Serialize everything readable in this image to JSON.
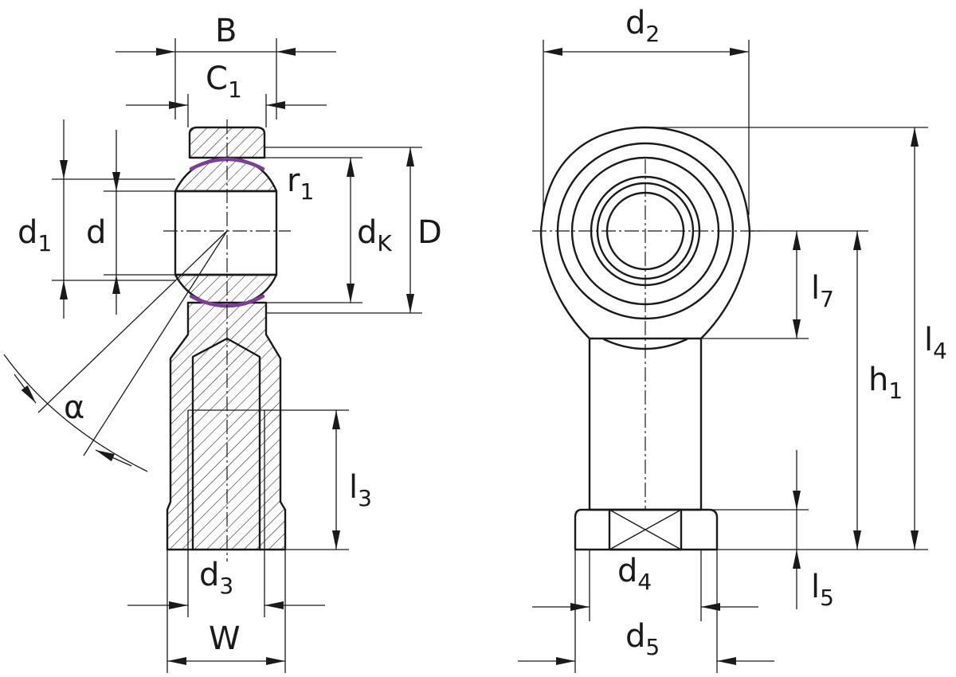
{
  "colors": {
    "line": "#1a1a1a",
    "seal": "#7b3f98",
    "background": "#ffffff"
  },
  "side_view": {
    "labels": {
      "B": "B",
      "C1": {
        "main": "C",
        "sub": "1"
      },
      "d1": {
        "main": "d",
        "sub": "1"
      },
      "d": "d",
      "r1": {
        "main": "r",
        "sub": "1"
      },
      "dK": {
        "main": "d",
        "sub": "K"
      },
      "D": "D",
      "alpha": "α",
      "l3": {
        "main": "l",
        "sub": "3"
      },
      "d3": {
        "main": "d",
        "sub": "3"
      },
      "W": "W"
    }
  },
  "front_view": {
    "labels": {
      "d2": {
        "main": "d",
        "sub": "2"
      },
      "l7": {
        "main": "l",
        "sub": "7"
      },
      "l4": {
        "main": "l",
        "sub": "4"
      },
      "h1": {
        "main": "h",
        "sub": "1"
      },
      "d4": {
        "main": "d",
        "sub": "4"
      },
      "l5": {
        "main": "l",
        "sub": "5"
      },
      "d5": {
        "main": "d",
        "sub": "5"
      }
    }
  }
}
